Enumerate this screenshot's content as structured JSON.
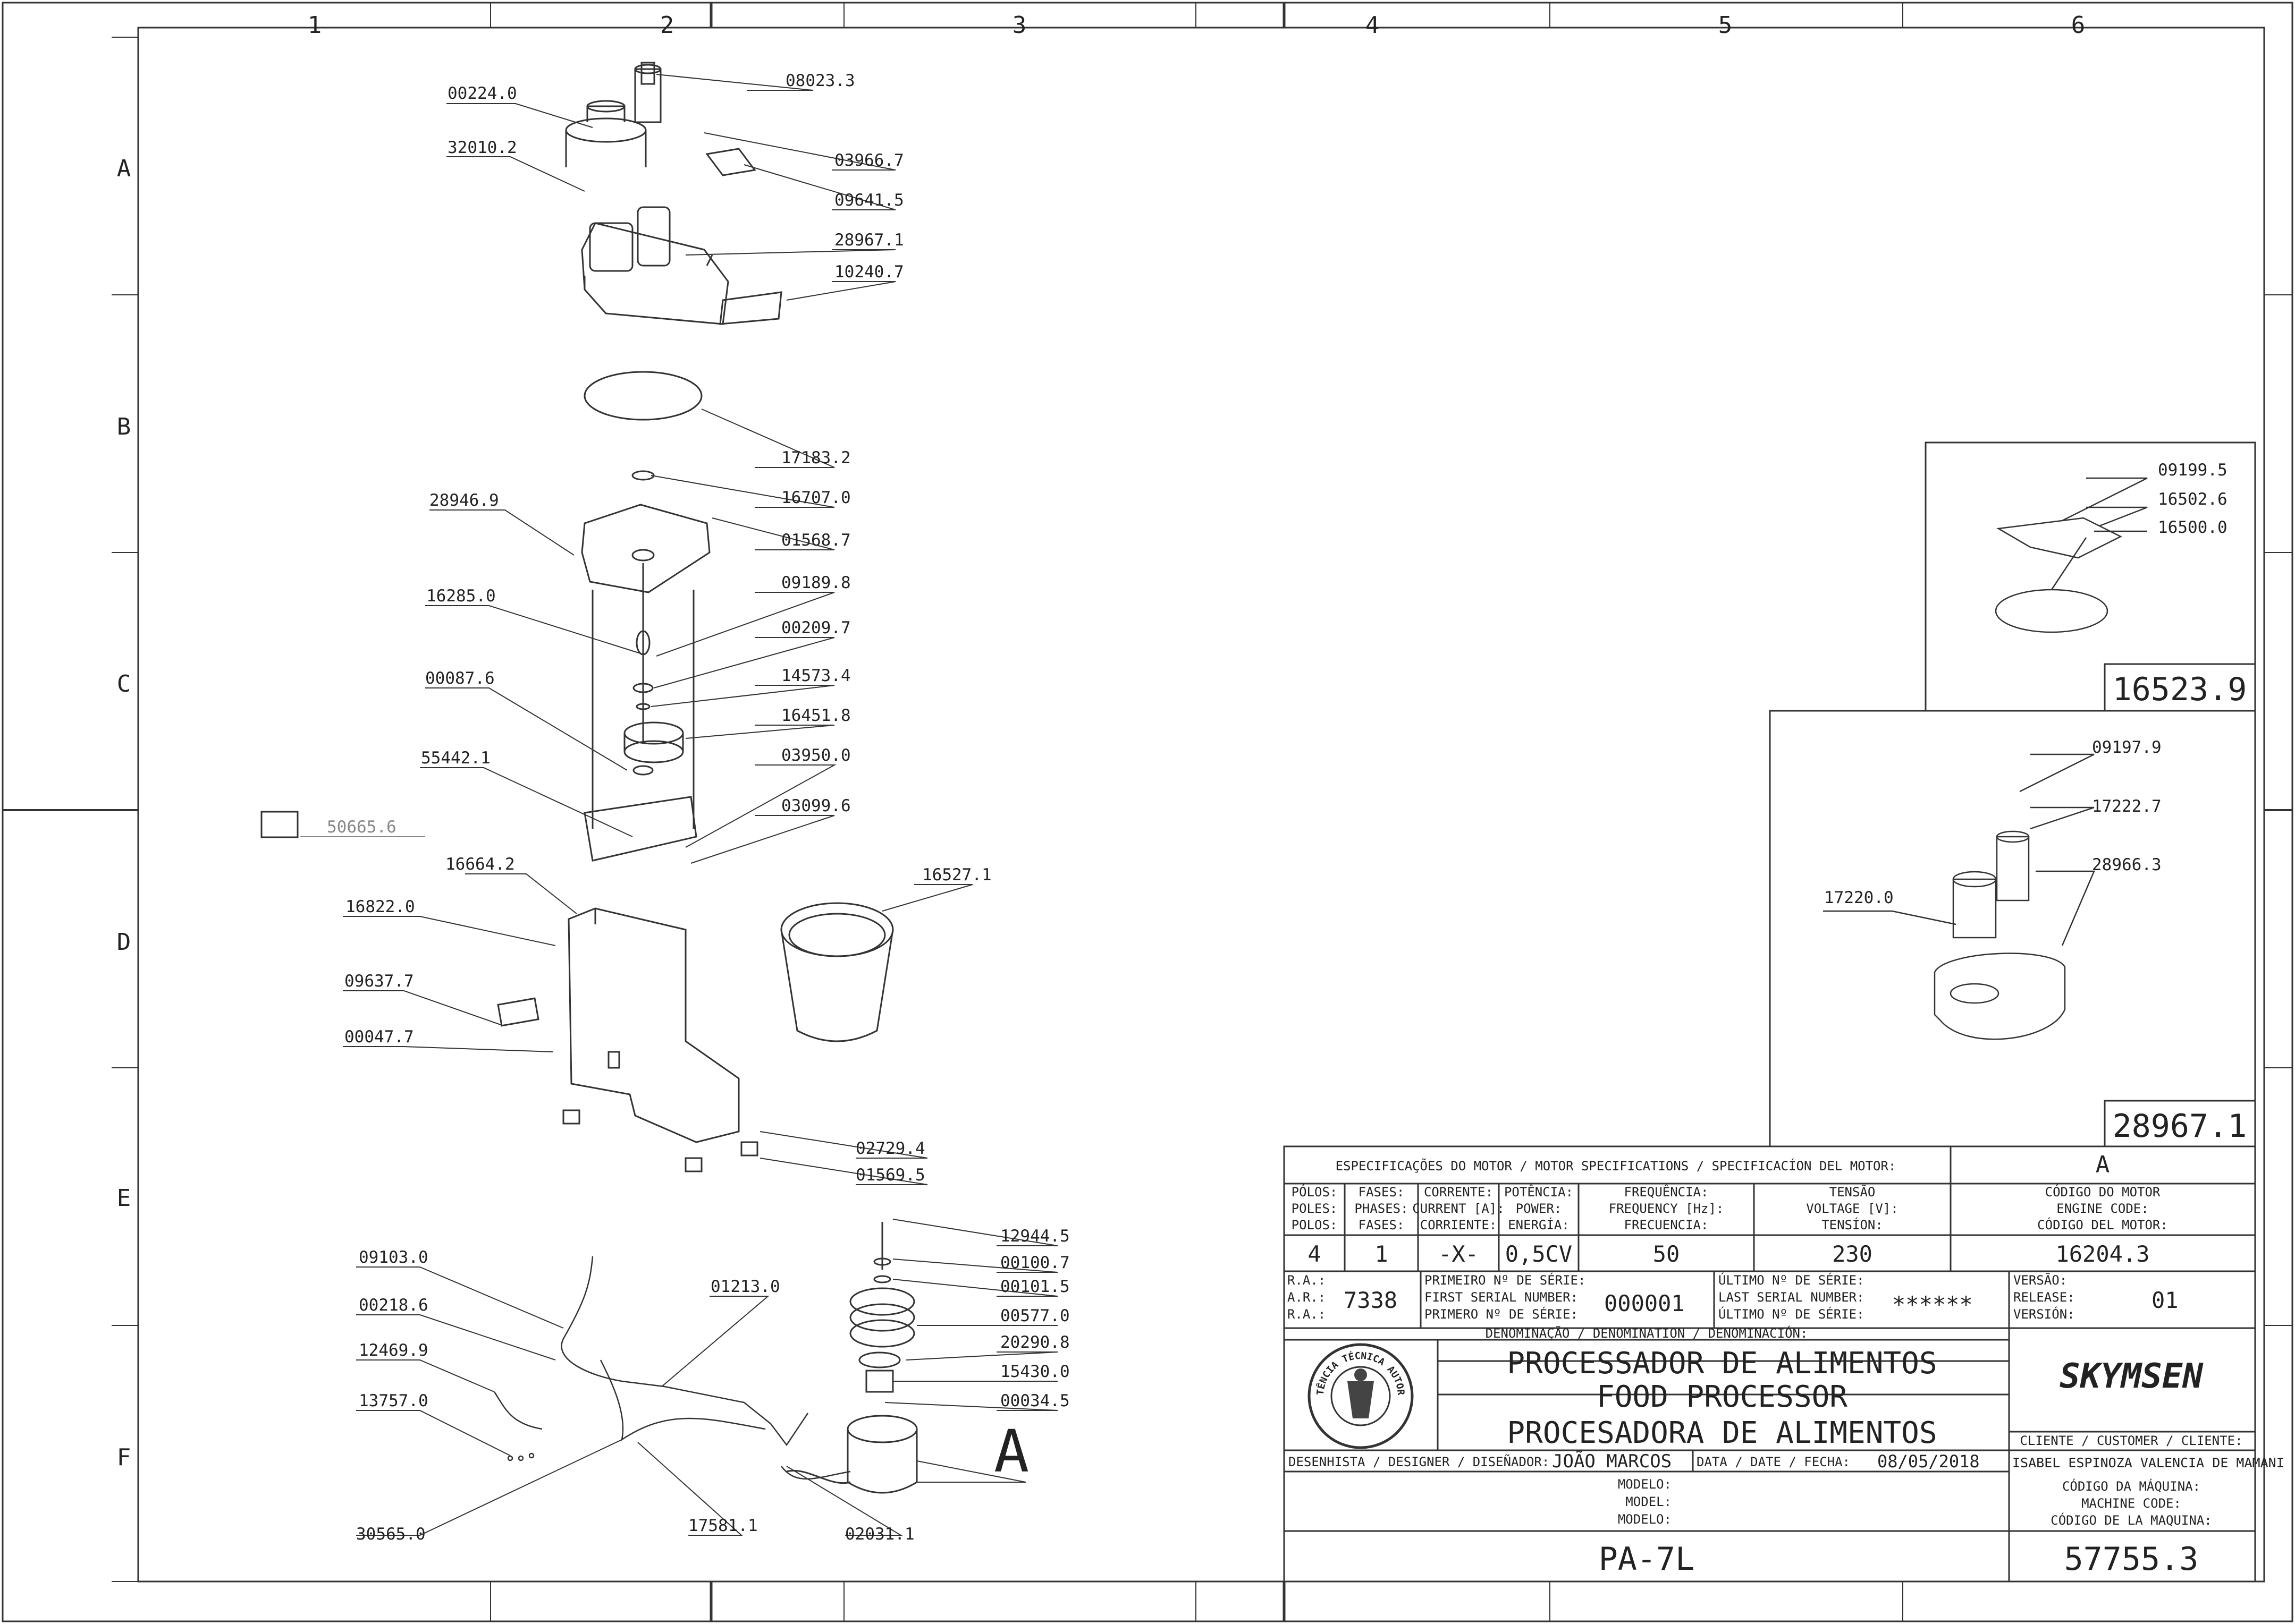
{
  "ruler": {
    "columns": [
      "1",
      "2",
      "3",
      "4",
      "5",
      "6"
    ],
    "rows": [
      "A",
      "B",
      "C",
      "D",
      "E",
      "F"
    ]
  },
  "part_labels": [
    "00224.0",
    "08023.3",
    "32010.2",
    "03966.7",
    "09641.5",
    "28967.1",
    "10240.7",
    "17183.2",
    "16707.0",
    "28946.9",
    "01568.7",
    "16285.0",
    "09189.8",
    "00209.7",
    "00087.6",
    "14573.4",
    "16451.8",
    "55442.1",
    "03950.0",
    "03099.6",
    "50665.6",
    "16664.2",
    "16527.1",
    "16822.0",
    "09637.7",
    "00047.7",
    "02729.4",
    "01569.5",
    "09103.0",
    "01213.0",
    "00218.6",
    "12469.9",
    "13757.0",
    "30565.0",
    "17581.1",
    "02031.1",
    "12944.5",
    "00100.7",
    "00101.5",
    "00577.0",
    "20290.8",
    "15430.0",
    "00034.5"
  ],
  "detail_view_label": "A",
  "inset_top": {
    "labels": [
      "09199.5",
      "16502.6",
      "16500.0"
    ],
    "code": "16523.9"
  },
  "inset_bottom": {
    "labels": [
      "09197.9",
      "17222.7",
      "28966.3",
      "17220.0"
    ],
    "code": "28967.1"
  },
  "title_block": {
    "motor_spec_header": "ESPECIFICAÇÕES DO MOTOR / MOTOR SPECIFICATIONS / SPECIFICACÍON DEL MOTOR:",
    "motor_code_letter": "A",
    "cols": [
      {
        "l1": "PÓLOS:",
        "l2": "POLES:",
        "l3": "POLOS:",
        "value": "4"
      },
      {
        "l1": "FASES:",
        "l2": "PHASES:",
        "l3": "FASES:",
        "value": "1"
      },
      {
        "l1": "CORRENTE:",
        "l2": "CURRENT [A]:",
        "l3": "CORRIENTE:",
        "value": "-X-"
      },
      {
        "l1": "POTÊNCIA:",
        "l2": "POWER:",
        "l3": "ENERGÍA:",
        "value": "0,5CV"
      },
      {
        "l1": "FREQUÊNCIA:",
        "l2": "FREQUENCY [Hz]:",
        "l3": "FRECUENCIA:",
        "value": "50"
      },
      {
        "l1": "TENSÃO",
        "l2": "VOLTAGE [V]:",
        "l3": "TENSÍON:",
        "value": "230"
      }
    ],
    "motor_code": {
      "l1": "CÓDIGO DO MOTOR",
      "l2": "ENGINE CODE:",
      "l3": "CÓDIGO DEL MOTOR:",
      "value": "16204.3"
    },
    "ra": {
      "l1": "R.A.:",
      "l2": "A.R.:",
      "l3": "R.A.:",
      "value": "7338"
    },
    "first_serial": {
      "l1": "PRIMEIRO Nº DE SÉRIE:",
      "l2": "FIRST SERIAL NUMBER:",
      "l3": "PRIMERO Nº DE SÉRIE:",
      "value": "000001"
    },
    "last_serial": {
      "l1": "ÚLTIMO Nº DE SÉRIE:",
      "l2": "LAST SERIAL NUMBER:",
      "l3": "ÚLTIMO Nº DE SÉRIE:",
      "value": "******"
    },
    "version": {
      "l1": "VERSÃO:",
      "l2": "RELEASE:",
      "l3": "VERSIÓN:",
      "value": "01"
    },
    "denomination_header": "DENOMINAÇÃO / DENOMINATION / DENOMINACIÓN:",
    "names": [
      "PROCESSADOR DE ALIMENTOS",
      "FOOD PROCESSOR",
      "PROCESADORA DE ALIMENTOS"
    ],
    "seal_text": [
      "ASSISTÊNCIA TÉCNICA AUTORIZADA"
    ],
    "brand": "SKYMSEN",
    "client_label": "CLIENTE / CUSTOMER / CLIENTE:",
    "designer_label": "DESENHISTA / DESIGNER / DISEÑADOR:",
    "designer": "JOÃO MARCOS",
    "date_label": "DATA / DATE / FECHA:",
    "date": "08/05/2018",
    "client": "ISABEL ESPINOZA VALENCIA DE MAMANI",
    "model_labels": [
      "MODELO:",
      "MODEL:",
      "MODELO:"
    ],
    "machine_code_labels": [
      "CÓDIGO DA MÁQUINA:",
      "MACHINE CODE:",
      "CÓDIGO DE LA MAQUINA:"
    ],
    "model": "PA-7L",
    "machine_code": "57755.3"
  }
}
